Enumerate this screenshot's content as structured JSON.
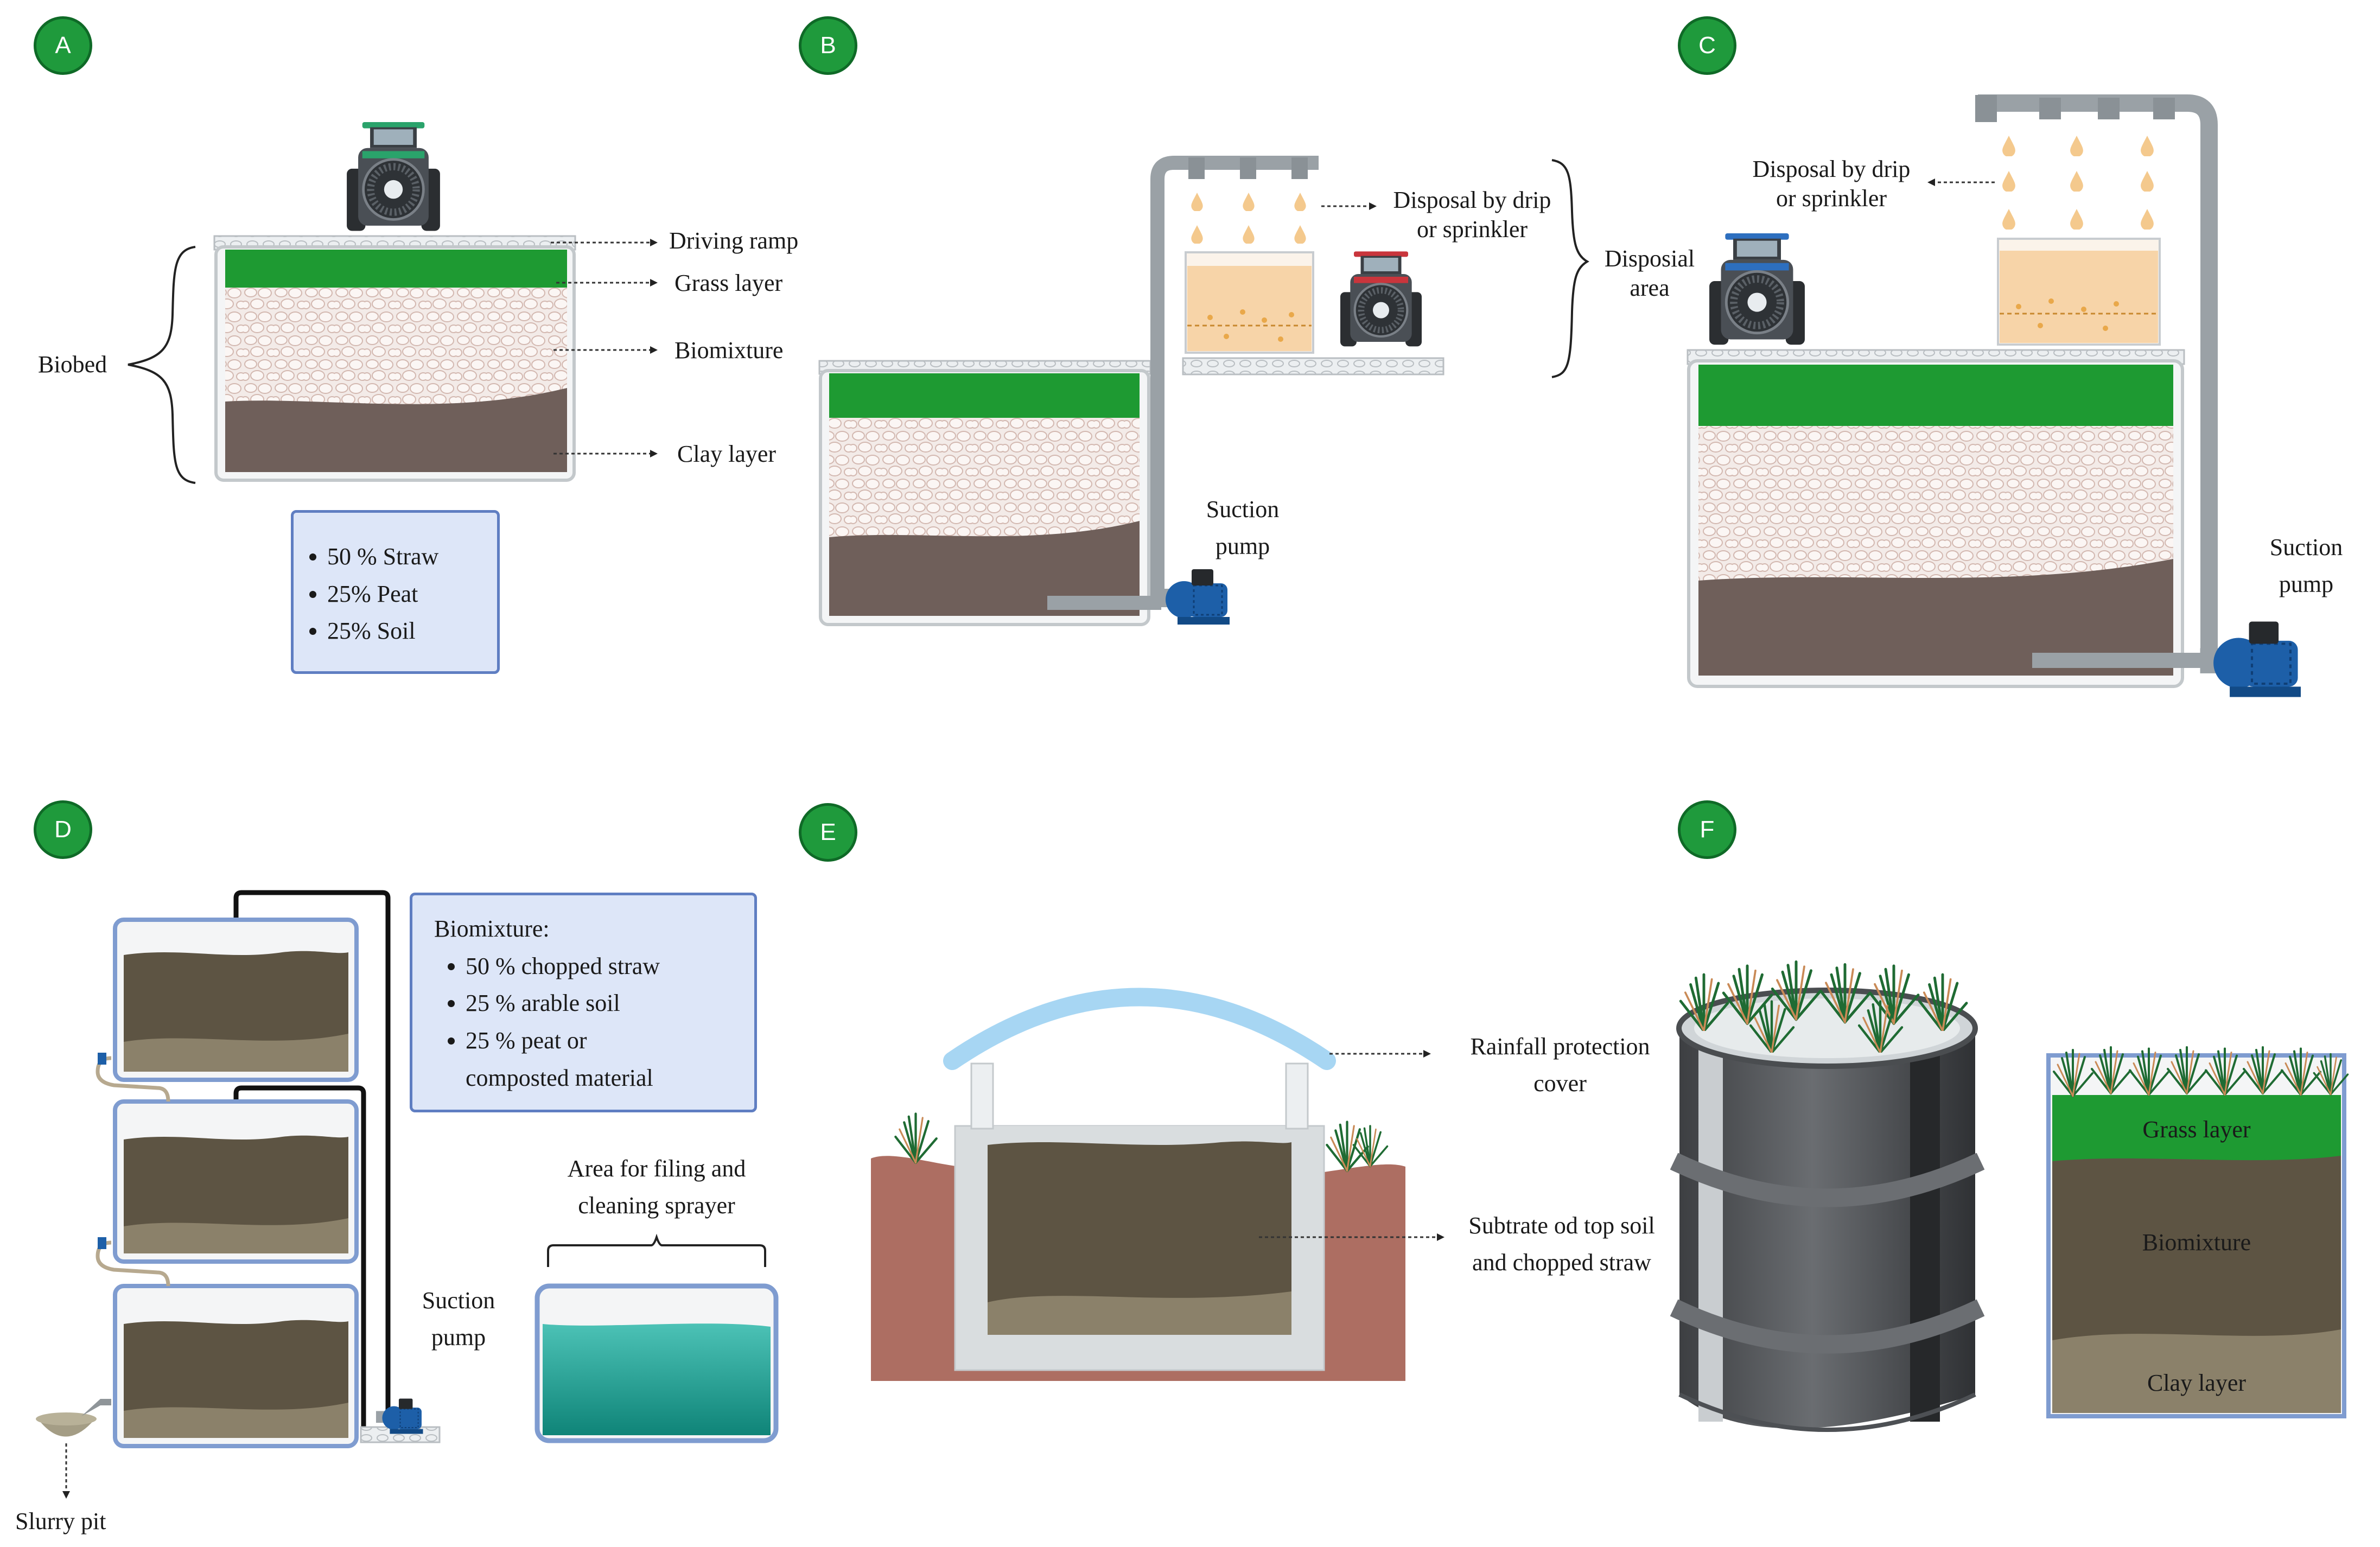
{
  "colors": {
    "badge": "#1f9a3c",
    "grass": "#1e9a32",
    "clay": "#6f5f5a",
    "biomixture": "#efe4e0",
    "dark_soil": "#5d5443",
    "light_soil": "#8b816a",
    "pipe": "#9aa1a6",
    "pump": "#1d5fa8",
    "water": "#25a89a",
    "ground": "#ad6e62",
    "cover": "#a7d6f3",
    "concrete": "#d9dddf",
    "tractor_green": "#2aa36b",
    "tractor_red": "#c9353c",
    "tractor_blue": "#2d6fbf",
    "box_fill": "#dde6f8",
    "box_border": "#5f7ec2"
  },
  "icons": [
    "tractor-icon",
    "pump-icon",
    "drip-drop-icon",
    "grass-tuft-icon",
    "barrel-icon",
    "slurry-pit-icon"
  ],
  "panels": {
    "A": {
      "badge": "A",
      "driving_ramp": "Driving ramp",
      "grass_layer": "Grass layer",
      "biomixture": "Biomixture",
      "clay_layer": "Clay layer",
      "biobed": "Biobed",
      "composition": [
        "50 % Straw",
        "25% Peat",
        "25% Soil"
      ]
    },
    "B": {
      "badge": "B",
      "disposal_l1": "Disposal by drip",
      "disposal_l2": "or sprinkler",
      "disposial_area_l1": "Disposial",
      "disposial_area_l2": "area",
      "pump_l1": "Suction",
      "pump_l2": "pump"
    },
    "C": {
      "badge": "C",
      "disposal_l1": "Disposal by drip",
      "disposal_l2": "or sprinkler",
      "pump_l1": "Suction",
      "pump_l2": "pump"
    },
    "D": {
      "badge": "D",
      "box_title": "Biomixture:",
      "box_items": [
        "50 % chopped straw",
        "25 % arable soil",
        "25 % peat or composted material"
      ],
      "area_l1": "Area for  filing and",
      "area_l2": "cleaning sprayer",
      "pump_l1": "Suction",
      "pump_l2": "pump",
      "slurry_pit": "Slurry pit"
    },
    "E": {
      "badge": "E",
      "cover_l1": "Rainfall protection",
      "cover_l2": "cover",
      "substrate_l1": "Subtrate od top soil",
      "substrate_l2": "and chopped straw"
    },
    "F": {
      "badge": "F",
      "grass_layer": "Grass layer",
      "biomixture": "Biomixture",
      "clay_layer": "Clay layer"
    }
  }
}
